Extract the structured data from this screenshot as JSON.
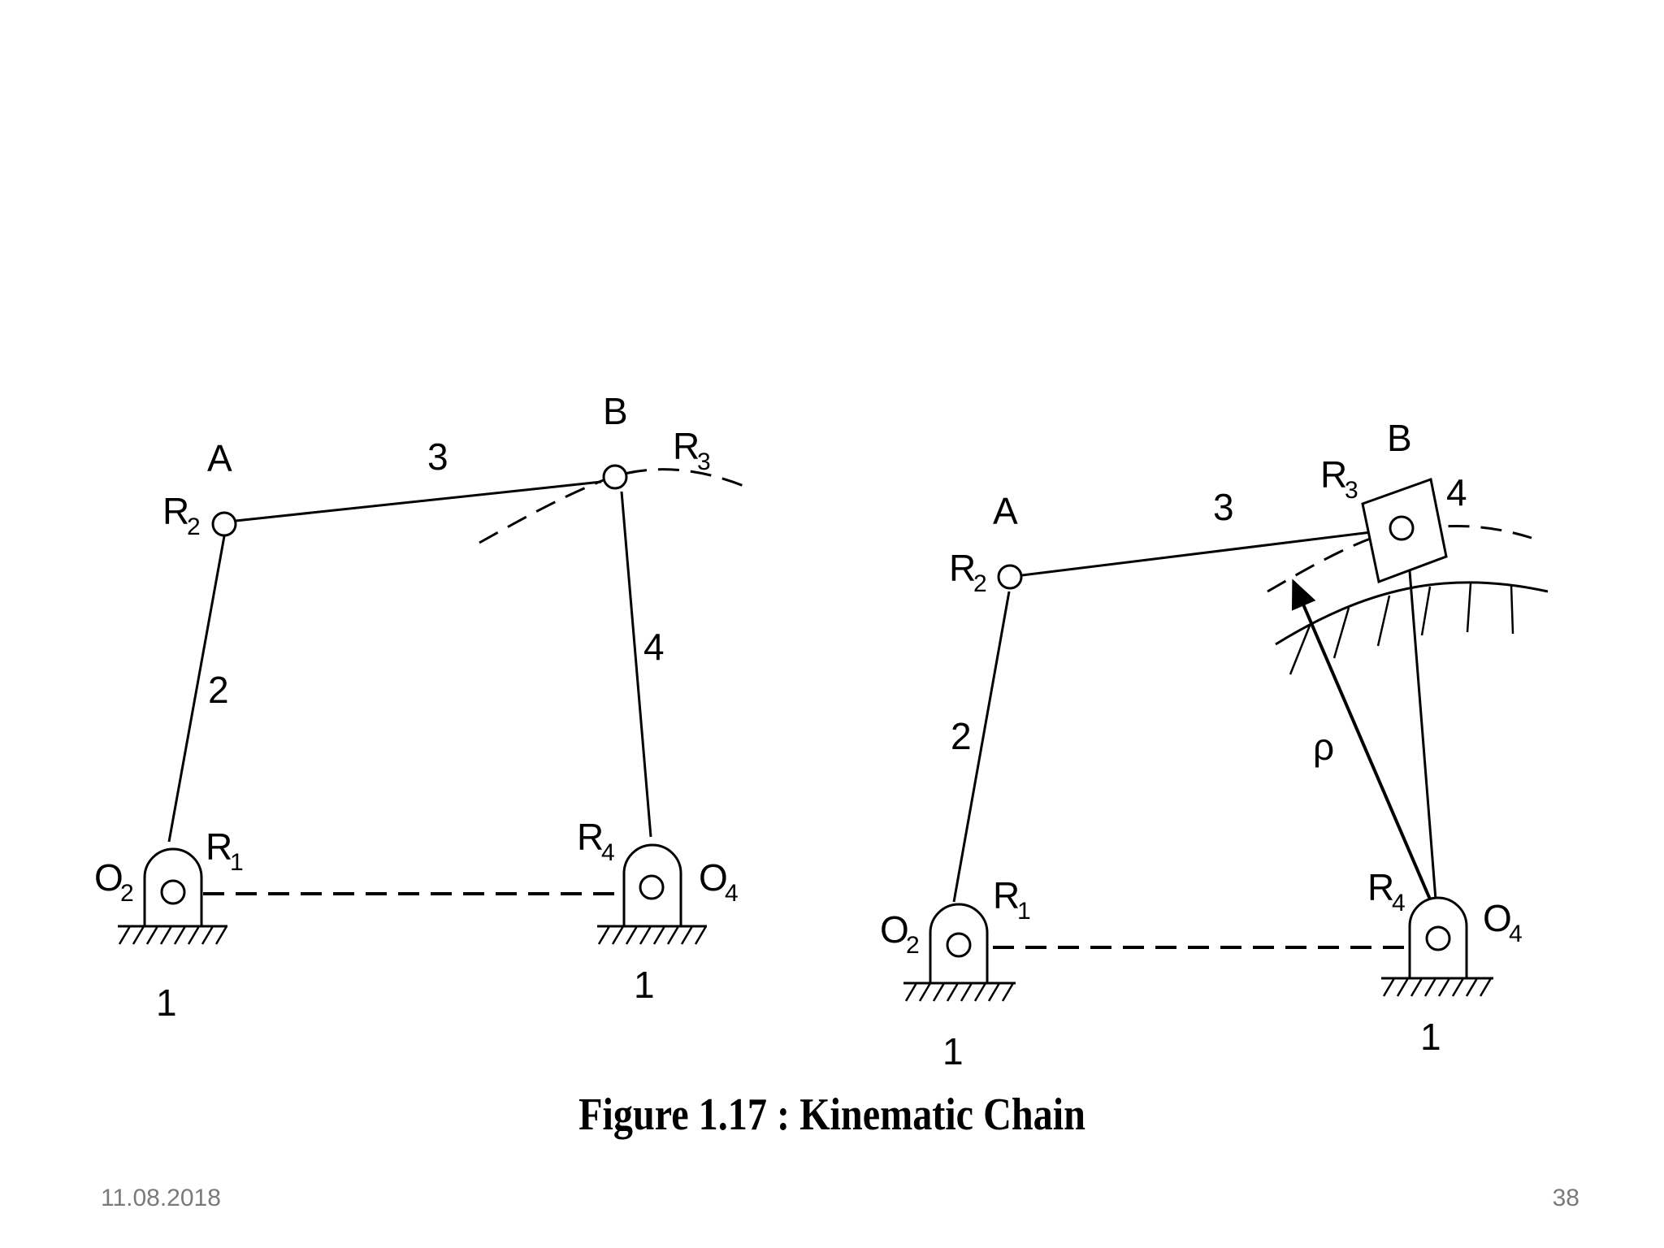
{
  "left": {
    "points": {
      "a": "A",
      "b": "B",
      "o2": "O",
      "o2_sub": "2",
      "o4": "O",
      "o4_sub": "4"
    },
    "joints": {
      "r1": "R",
      "r1_sub": "1",
      "r2": "R",
      "r2_sub": "2",
      "r3": "R",
      "r3_sub": "3",
      "r4": "R",
      "r4_sub": "4"
    },
    "links": {
      "link2": "2",
      "link3": "3",
      "link4": "4",
      "ground_left": "1",
      "ground_right": "1"
    }
  },
  "right": {
    "points": {
      "a": "A",
      "b": "B",
      "o2": "O",
      "o2_sub": "2",
      "o4": "O",
      "o4_sub": "4"
    },
    "joints": {
      "r1": "R",
      "r1_sub": "1",
      "r2": "R",
      "r2_sub": "2",
      "r3": "R",
      "r3_sub": "3",
      "r4": "R",
      "r4_sub": "4"
    },
    "links": {
      "link2": "2",
      "link3": "3",
      "link4": "4",
      "ground_left": "1",
      "ground_right": "1"
    },
    "radius": "ρ"
  },
  "caption": "Figure 1.17 : Kinematic Chain",
  "footer": {
    "date": "11.08.2018",
    "page": "38"
  }
}
